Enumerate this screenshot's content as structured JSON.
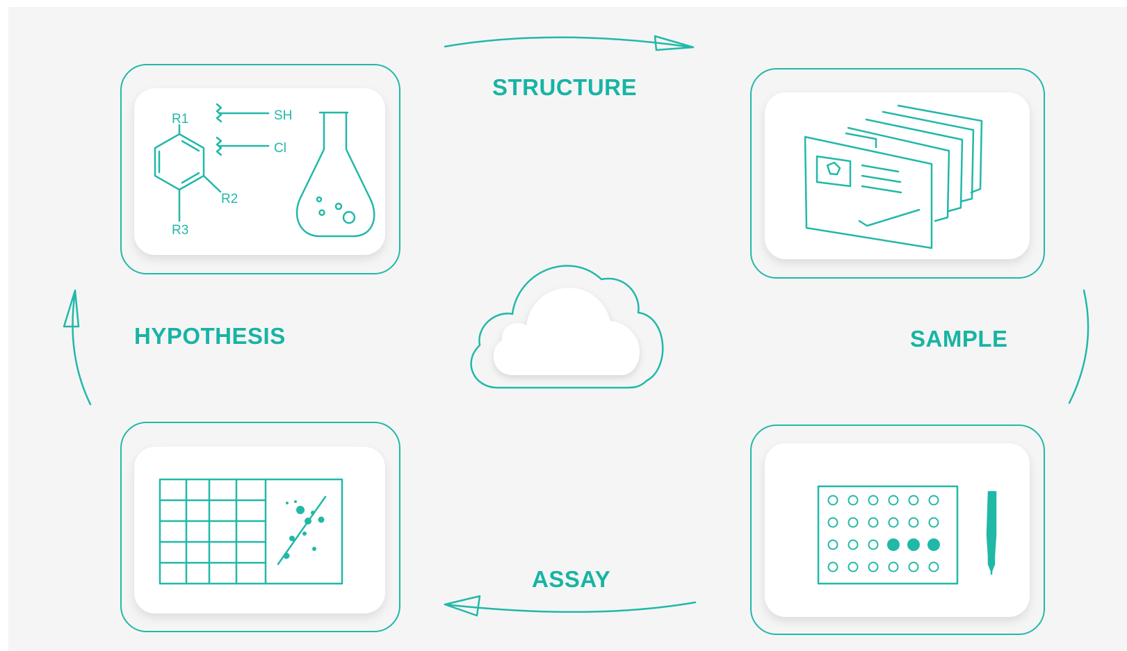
{
  "colors": {
    "accent": "#21b8a8",
    "background": "#f5f5f5",
    "card": "#ffffff"
  },
  "labels": {
    "structure": "STRUCTURE",
    "sample": "SAMPLE",
    "assay": "ASSAY",
    "hypothesis": "HYPOTHESIS"
  },
  "molecule": {
    "r1": "R1",
    "r2": "R2",
    "r3": "R3",
    "sh": "SH",
    "cl": "Cl"
  },
  "icons": {
    "center": "cloud-icon",
    "structure": "chemistry-icon",
    "sample": "documents-stack-icon",
    "assay": "well-plate-pipette-icon",
    "hypothesis": "data-grid-scatter-icon"
  },
  "well_plate": {
    "rows": 4,
    "cols": 6,
    "filled": [
      [
        2,
        3
      ],
      [
        2,
        4
      ],
      [
        2,
        5
      ]
    ]
  }
}
